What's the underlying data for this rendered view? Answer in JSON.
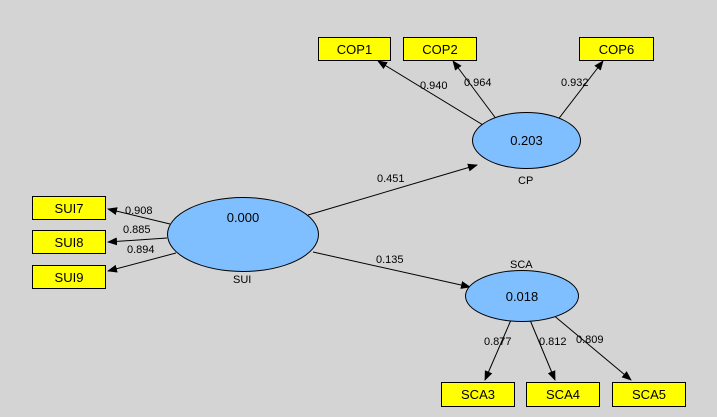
{
  "diagram": {
    "latents": {
      "sui": {
        "name": "SUI",
        "r2": "0.000"
      },
      "cp": {
        "name": "CP",
        "r2": "0.203"
      },
      "sca": {
        "name": "SCA",
        "r2": "0.018"
      }
    },
    "indicators": {
      "cop1": "COP1",
      "cop2": "COP2",
      "cop6": "COP6",
      "sui7": "SUI7",
      "sui8": "SUI8",
      "sui9": "SUI9",
      "sca3": "SCA3",
      "sca4": "SCA4",
      "sca5": "SCA5"
    },
    "paths": {
      "sui_cp": "0.451",
      "sui_sca": "0.135"
    },
    "loadings": {
      "cop1": "0.940",
      "cop2": "0.964",
      "cop6": "0.932",
      "sui7": "0.908",
      "sui8": "0.885",
      "sui9": "0.894",
      "sca3": "0.877",
      "sca4": "0.812",
      "sca5": "0.809"
    },
    "colors": {
      "background": "#d4d4d4",
      "indicator_fill": "#ffff00",
      "latent_fill": "#7fbfff",
      "stroke": "#000000"
    }
  }
}
